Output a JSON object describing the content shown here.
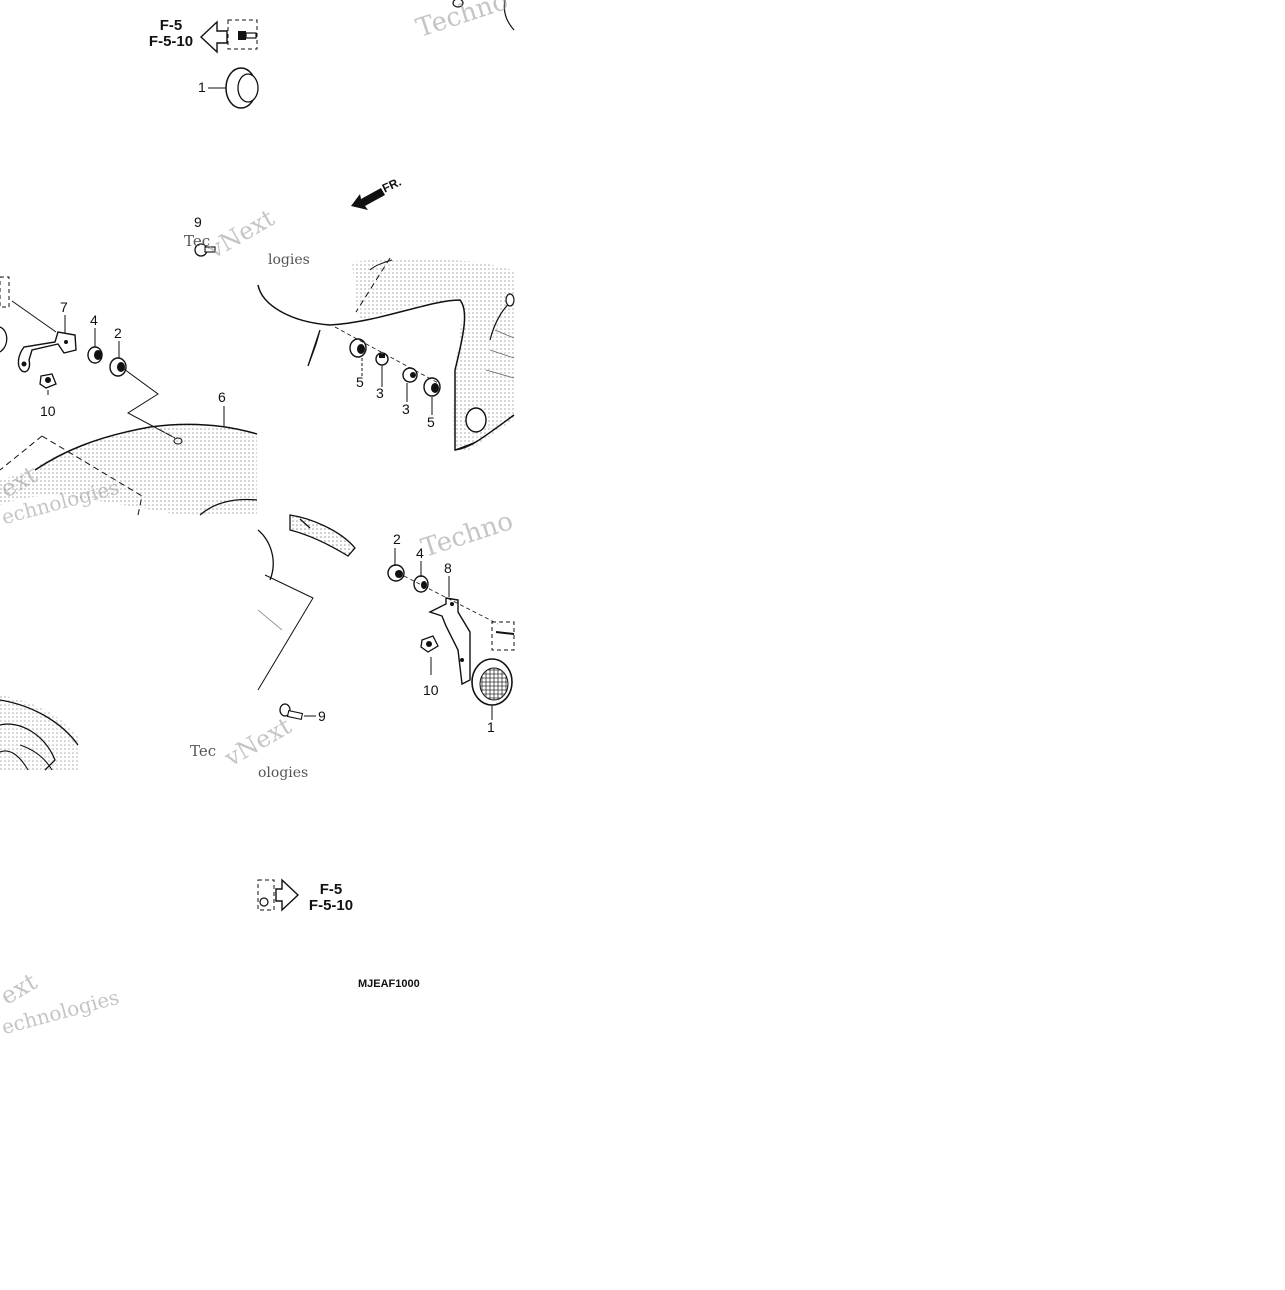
{
  "callouts": [
    "1",
    "2",
    "3",
    "4",
    "5",
    "6",
    "7",
    "8",
    "9",
    "10"
  ],
  "reference": {
    "line1": "F-5",
    "line2": "F-5-10"
  },
  "direction_label": "FR.",
  "diagram_code": "MJEAF1000",
  "watermark": {
    "brand": "vNext",
    "word1": "Techno",
    "word2": "logies",
    "full": "Technologies",
    "short": "Tec",
    "short2": "ext",
    "piece": "echnologies",
    "piece2": "ologies"
  },
  "colors": {
    "line": "#111111",
    "dot": "#9a9a9a",
    "paper": "#ffffff"
  }
}
